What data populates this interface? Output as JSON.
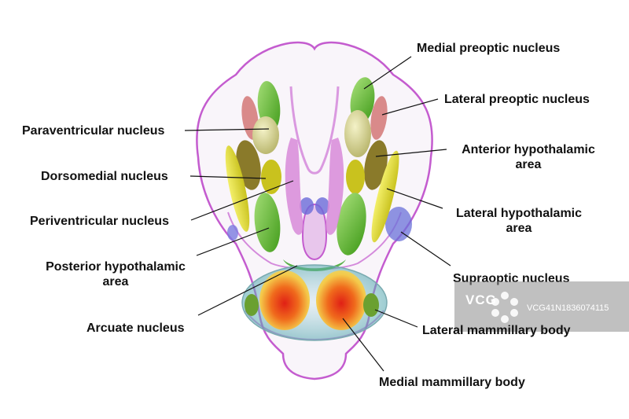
{
  "labels": {
    "medial_preoptic": "Medial preoptic nucleus",
    "lateral_preoptic": "Lateral preoptic nucleus",
    "paraventricular": "Paraventricular nucleus",
    "anterior_hypothalamic_1": "Anterior hypothalamic",
    "anterior_hypothalamic_2": "area",
    "dorsomedial": "Dorsomedial nucleus",
    "lateral_hypothalamic_1": "Lateral hypothalamic",
    "lateral_hypothalamic_2": "area",
    "periventricular": "Periventricular nucleus",
    "posterior_hypothalamic_1": "Posterior hypothalamic",
    "posterior_hypothalamic_2": "area",
    "supraoptic": "Supraoptic nucleus",
    "arcuate": "Arcuate nucleus",
    "lateral_mammillary": "Lateral mammillary body",
    "medial_mammillary": "Medial mammillary body"
  },
  "watermark": {
    "logo": "VCG",
    "id": "VCG41N1836074115"
  },
  "colors": {
    "outline": "#c45ccf",
    "leader": "#111111",
    "green": "#5fbf2a",
    "yellow": "#e6e23a",
    "olive": "#9a8a2a",
    "pink": "#d98a8a",
    "blue": "#6a6ad8",
    "mammillary_core": "#e8301f",
    "mammillary_rim": "#f2c84a"
  }
}
